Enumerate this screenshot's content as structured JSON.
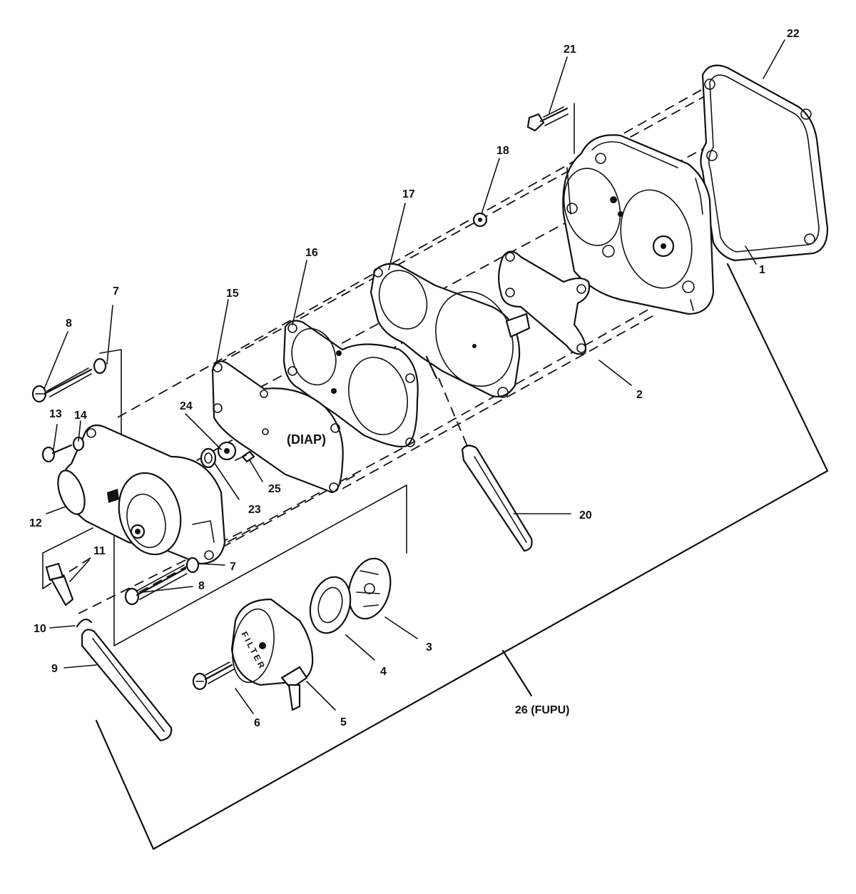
{
  "callouts": [
    {
      "id": "1",
      "text": "1"
    },
    {
      "id": "2",
      "text": "2"
    },
    {
      "id": "3",
      "text": "3"
    },
    {
      "id": "4",
      "text": "4"
    },
    {
      "id": "5",
      "text": "5"
    },
    {
      "id": "6",
      "text": "6"
    },
    {
      "id": "7a",
      "text": "7"
    },
    {
      "id": "7b",
      "text": "7"
    },
    {
      "id": "8a",
      "text": "8"
    },
    {
      "id": "8b",
      "text": "8"
    },
    {
      "id": "9",
      "text": "9"
    },
    {
      "id": "10",
      "text": "10"
    },
    {
      "id": "11",
      "text": "11"
    },
    {
      "id": "12",
      "text": "12"
    },
    {
      "id": "13",
      "text": "13"
    },
    {
      "id": "14",
      "text": "14"
    },
    {
      "id": "15",
      "text": "15"
    },
    {
      "id": "16",
      "text": "16"
    },
    {
      "id": "17",
      "text": "17"
    },
    {
      "id": "18",
      "text": "18"
    },
    {
      "id": "20",
      "text": "20"
    },
    {
      "id": "21",
      "text": "21"
    },
    {
      "id": "22",
      "text": "22"
    },
    {
      "id": "23",
      "text": "23"
    },
    {
      "id": "24",
      "text": "24"
    },
    {
      "id": "25",
      "text": "25"
    },
    {
      "id": "26",
      "text": "26 (FUPU)"
    }
  ],
  "part_labels": {
    "diaphragm": "(DIAP)",
    "filter": "FILTER"
  }
}
